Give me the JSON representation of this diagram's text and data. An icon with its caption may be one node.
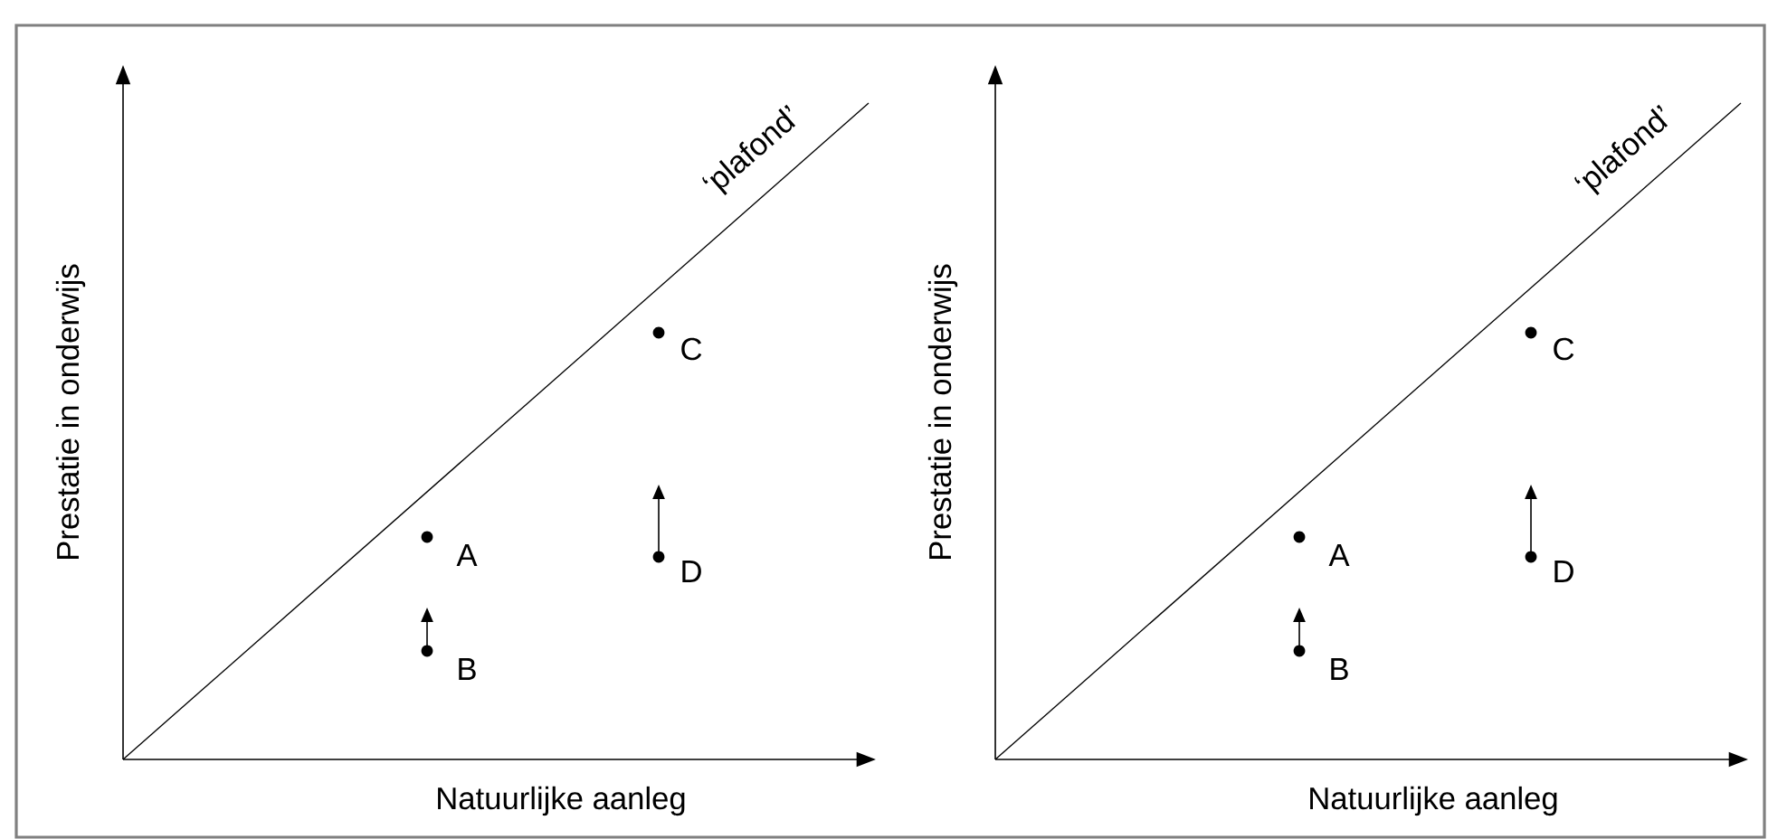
{
  "diagram": {
    "labels": [
      "‘plafond’",
      "C",
      "A",
      "D",
      "B",
      "Prestatie in onderwijs",
      "Natuurlijke aanleg",
      "‘plafond’",
      "C",
      "A",
      "D",
      "B",
      "Prestatie in onderwijs",
      "Natuurlijke aanleg"
    ]
  }
}
